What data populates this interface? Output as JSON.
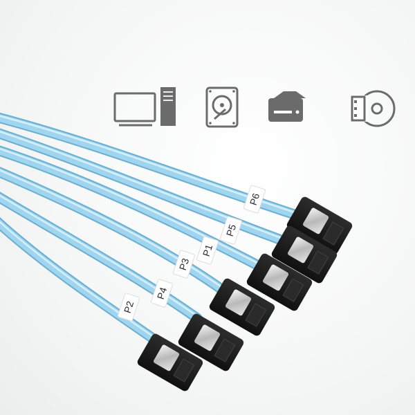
{
  "icons": [
    {
      "name": "desktop-computer-icon"
    },
    {
      "name": "hard-drive-icon"
    },
    {
      "name": "optical-drive-icon"
    },
    {
      "name": "media-disc-icon"
    }
  ],
  "cables": [
    {
      "label": "P6"
    },
    {
      "label": "P5"
    },
    {
      "label": "P1"
    },
    {
      "label": "P3"
    },
    {
      "label": "P4"
    },
    {
      "label": "P2"
    }
  ],
  "colors": {
    "cable": "#8ecbe8",
    "cable_shadow": "#6aaed0",
    "connector": "#1c1c1c",
    "icon_gray": "#6b6b6b"
  }
}
